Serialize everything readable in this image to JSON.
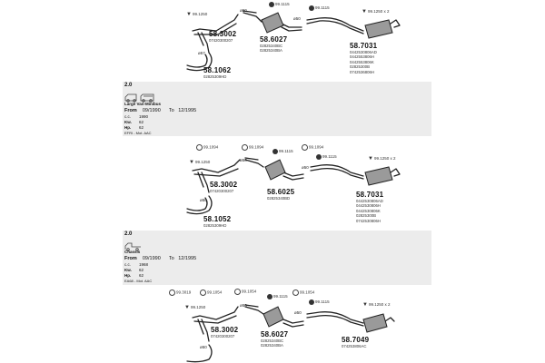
{
  "sections": [
    {
      "parts": {
        "front_pipe": {
          "number": "58.1062",
          "oe": [
            "02825309HD"
          ],
          "diameter": "ø57"
        },
        "middle_pipe": {
          "number": "58.3002",
          "oe": [
            "07420300207"
          ],
          "diameter": "ø57"
        },
        "middle_silencer": {
          "number": "58.6027",
          "oe": [
            "02825340BC",
            "02825340BA"
          ],
          "diameter": "ø50"
        },
        "rear_silencer": {
          "number": "58.7031",
          "oe": [
            "0442530806AD",
            "0442553806H",
            "0442553806K",
            "02825300B",
            "0742536806H"
          ]
        }
      },
      "fittings": {
        "hanger": "99.1250",
        "clamp1": "99.1115",
        "clamp2": "99.1115",
        "rear_hanger": "99.1250 x 2",
        "rear_pipe_diameter": "ø50"
      }
    },
    {
      "engine": "2.0",
      "body_type": "Large Van-Minibus",
      "from_label": "From",
      "from": "09/1990",
      "to_label": "To",
      "to": "12/1995",
      "cc_label": "c.c.",
      "cc": "1990",
      "kw_label": "Kw.",
      "kw": "62",
      "hp_label": "Hp.",
      "hp": "62",
      "engine_code": "EFRI - Mot. AAC",
      "top_fittings": [
        "99.1094",
        "99.1094",
        "99.1115",
        "99.1094",
        "99.1115"
      ],
      "parts": {
        "front_pipe": {
          "number": "58.1052",
          "oe": [
            "02825309HD"
          ],
          "diameter": "ø50"
        },
        "middle_pipe": {
          "number": "58.3002",
          "oe": [
            "07420300207"
          ],
          "diameter": "ø50"
        },
        "middle_silencer": {
          "number": "58.6025",
          "oe": [
            "02825340BD"
          ]
        },
        "rear_silencer": {
          "number": "58.7031",
          "oe": [
            "0442530806AD",
            "0442530806H",
            "0442530806K",
            "02825300B",
            "0742530806H"
          ]
        }
      },
      "fittings": {
        "hanger": "99.1250",
        "rear_hanger": "99.1250 x 2",
        "rear_pipe_diameter": "ø50"
      }
    },
    {
      "engine": "2.0",
      "body_type": "Chassis",
      "from_label": "From",
      "from": "09/1990",
      "to_label": "To",
      "to": "12/1995",
      "cc_label": "c.c.",
      "cc": "1968",
      "kw_label": "Kw.",
      "kw": "62",
      "hp_label": "Hp.",
      "hp": "62",
      "engine_code": "EA68 - Mot. AAC",
      "top_fittings": [
        "99.3019",
        "99.1054",
        "99.1054",
        "99.1115",
        "99.1054",
        "99.1115"
      ],
      "parts": {
        "middle_pipe": {
          "number": "58.3002",
          "oe": [
            "07420300207"
          ],
          "diameter": "ø50"
        },
        "middle_silencer": {
          "number": "58.6027",
          "oe": [
            "02825340BC",
            "02825340BA"
          ]
        },
        "rear_silencer": {
          "number": "58.7049",
          "oe": [
            "074253806AC"
          ]
        }
      },
      "fittings": {
        "hanger": "99.1250",
        "rear_hanger": "99.1250 x 2",
        "rear_pipe_diameter": "ø50",
        "front_diameter": "ø50"
      }
    }
  ]
}
